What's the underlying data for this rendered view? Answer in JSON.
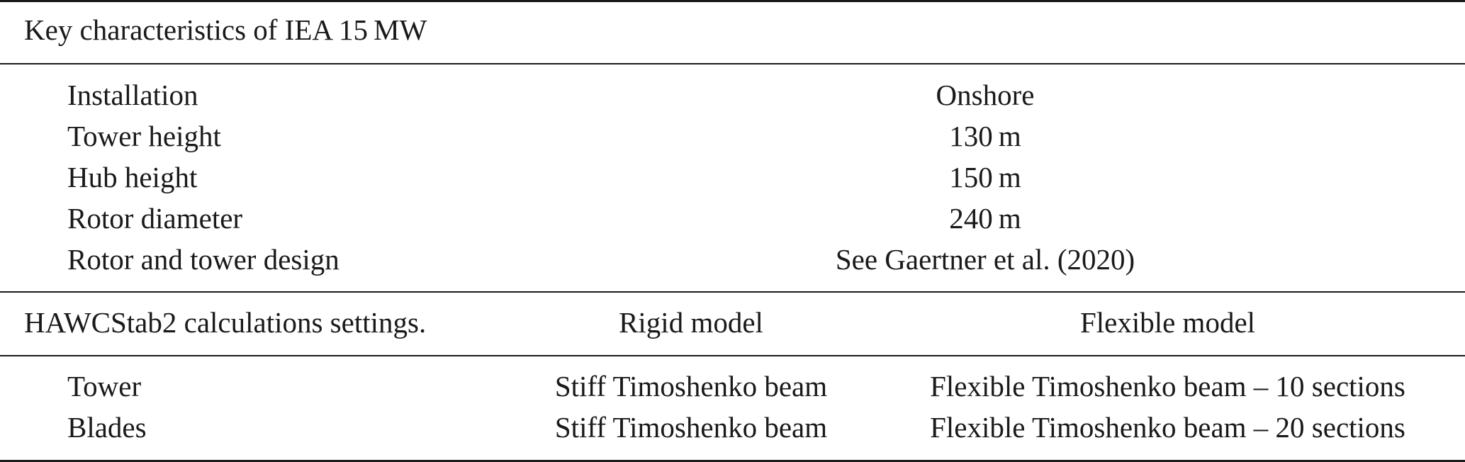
{
  "section1": {
    "header": "Key characteristics of IEA 15 MW",
    "rows": [
      {
        "label": "Installation",
        "value": "Onshore"
      },
      {
        "label": "Tower height",
        "value": "130 m"
      },
      {
        "label": "Hub height",
        "value": "150 m"
      },
      {
        "label": "Rotor diameter",
        "value": "240 m"
      },
      {
        "label": "Rotor and tower design",
        "value": "See Gaertner et al. (2020)"
      }
    ]
  },
  "section2": {
    "header": "HAWCStab2 calculations settings.",
    "columns": [
      "Rigid model",
      "Flexible model"
    ],
    "rows": [
      {
        "label": "Tower",
        "rigid": "Stiff Timoshenko beam",
        "flexible": "Flexible Timoshenko beam – 10 sections"
      },
      {
        "label": "Blades",
        "rigid": "Stiff Timoshenko beam",
        "flexible": "Flexible Timoshenko beam – 20 sections"
      }
    ]
  }
}
